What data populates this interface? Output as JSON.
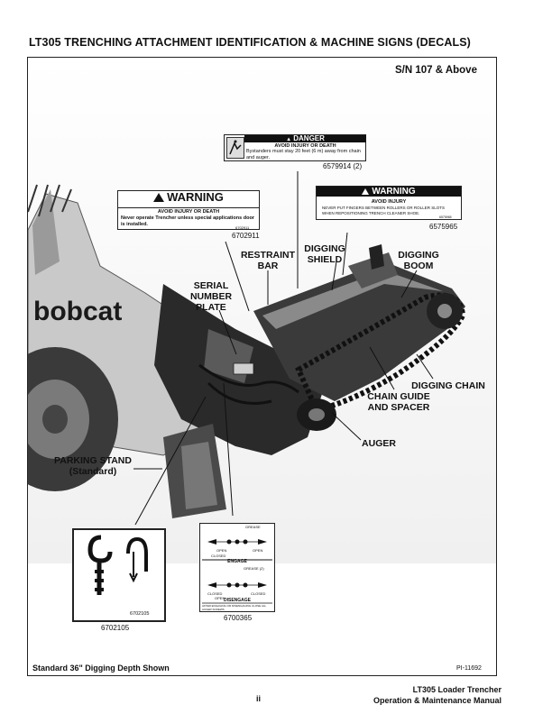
{
  "title": "LT305 TRENCHING ATTACHMENT IDENTIFICATION & MACHINE SIGNS (DECALS)",
  "serial_range": "S/N 107 & Above",
  "brand_logo": "bobcat",
  "decals": {
    "danger": {
      "header": "DANGER",
      "subheader": "AVOID INJURY OR DEATH",
      "body": "Bystanders must stay 20 feet (6 m) away from chain and auger.",
      "part_number": "6579914 (2)"
    },
    "warning_left": {
      "header": "WARNING",
      "subheader": "AVOID INJURY OR DEATH",
      "body": "Never operate Trencher unless special applications door is installed.",
      "small_code": "6702911",
      "part_number": "6702911"
    },
    "warning_right": {
      "header": "WARNING",
      "subheader": "AVOID INJURY",
      "body": "NEVER PUT FINGERS BETWEEN ROLLERS OR ROLLER SLOTS WHEN REPOSITIONING TRENCH CLEANER SHOE.",
      "small_code": "6575965",
      "part_number": "6575965"
    },
    "hook": {
      "inner_code": "6702105",
      "part_number": "6702105"
    },
    "grease": {
      "grease_label": "GREASE",
      "open_label": "OPEN",
      "closed_label": "CLOSED",
      "engage_label": "ENGAGE",
      "grease2_label": "GREASE (2)",
      "disengage_label": "DISENGAGE",
      "note": "AFTER ENGAGING OR DISENGAGING CLOSE ALL AUGER SCREWS",
      "part_number": "6700365"
    }
  },
  "callouts": {
    "restraint_bar": [
      "RESTRAINT",
      "BAR"
    ],
    "digging_shield": [
      "DIGGING",
      "SHIELD"
    ],
    "digging_boom": [
      "DIGGING",
      "BOOM"
    ],
    "serial_plate": [
      "SERIAL",
      "NUMBER",
      "PLATE"
    ],
    "digging_chain": "DIGGING CHAIN",
    "chain_guide": [
      "CHAIN GUIDE",
      "AND SPACER"
    ],
    "auger": "AUGER",
    "parking_stand": [
      "PARKING STAND",
      "(Standard)"
    ]
  },
  "footer": {
    "left_note": "Standard 36\" Digging Depth Shown",
    "figure_id": "PI-11692",
    "manual_line1": "LT305 Loader Trencher",
    "manual_line2": "Operation & Maintenance Manual",
    "page_number": "ii"
  }
}
